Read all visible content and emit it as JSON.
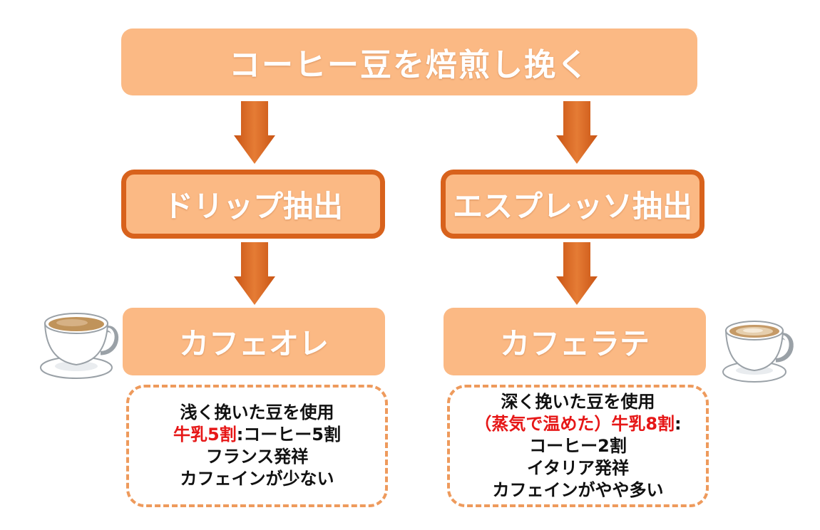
{
  "colors": {
    "box_fill": "#fbb984",
    "box_border": "#d8621c",
    "arrow": "#d8621c",
    "note_border": "#ee9a5c",
    "highlight_text": "#e61717"
  },
  "steps": {
    "roast": "コーヒー豆を焙煎し挽く",
    "drip": "ドリップ抽出",
    "espresso": "エスプレッソ抽出"
  },
  "drinks": {
    "cafe_au_lait": {
      "name": "カフェオレ",
      "note": {
        "line1": "浅く挽いた豆を使用",
        "line2_red": "牛乳5割",
        "line2_rest": ":コーヒー5割",
        "line3": "フランス発祥",
        "line4": "カフェインが少ない"
      },
      "icon": "coffee-cup-icon"
    },
    "cafe_latte": {
      "name": "カフェラテ",
      "note": {
        "line1": "深く挽いた豆を使用",
        "line2_red": "（蒸気で温めた）牛乳8割",
        "line2_rest": ":",
        "line3": "コーヒー2割",
        "line4": "イタリア発祥",
        "line5": "カフェインがやや多い"
      },
      "icon": "latte-cup-icon"
    }
  }
}
